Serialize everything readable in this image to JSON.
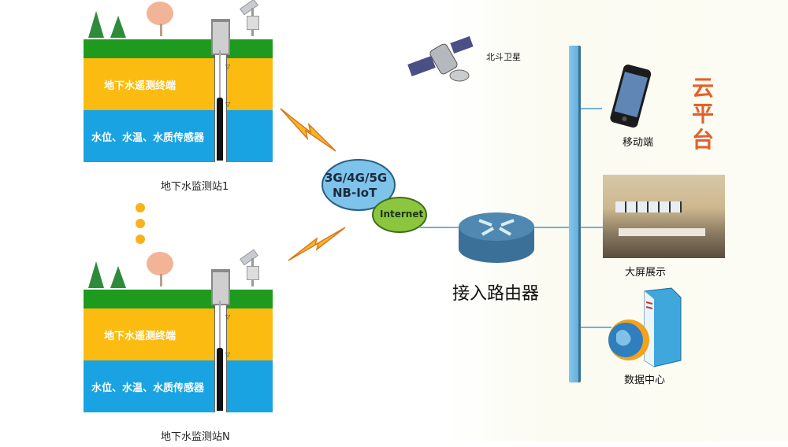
{
  "title": "地下水监测系统网络拓扑",
  "stations": [
    {
      "label": "地下水监测站1",
      "terminal_label": "地下水遥测终端",
      "sensor_label": "水位、水温、水质传感器"
    },
    {
      "label": "地下水监测站N",
      "terminal_label": "地下水遥测终端",
      "sensor_label": "水位、水温、水质传感器"
    }
  ],
  "network": {
    "cloud_line1": "3G/4G/5G",
    "cloud_line2": "NB-IoT",
    "internet_label": "Internet"
  },
  "satellite": {
    "label": "北斗卫星"
  },
  "router": {
    "label": "接入路由器"
  },
  "cloud_platform": {
    "title": "云平台",
    "endpoints": [
      {
        "label": "移动端",
        "icon": "smartphone-icon"
      },
      {
        "label": "大屏展示",
        "icon": "control-room-image"
      },
      {
        "label": "数据中心",
        "icon": "data-center-icon"
      }
    ]
  },
  "colors": {
    "grass": "#1e9a1e",
    "soil": "#fbbb10",
    "water": "#1aa3e3",
    "bus": "#6fb3d6",
    "platform_title": "#e2622b",
    "cloud_blue": "#7dc3ea",
    "cloud_green": "#8cc63f",
    "ellipsis_dot": "#f6b31a"
  }
}
